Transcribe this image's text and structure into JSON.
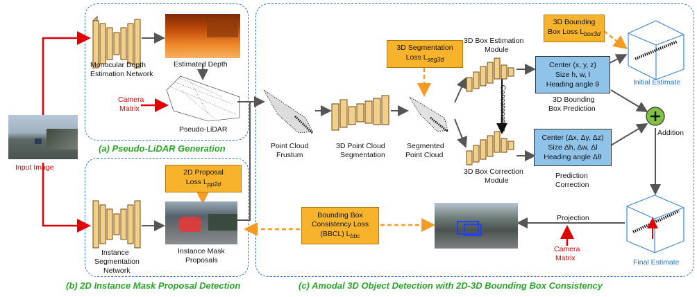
{
  "labels": {
    "input_image": "Input Image",
    "mono_depth_1": "Monocular Depth",
    "mono_depth_2": "Estimation Network",
    "estimated_depth": "Estimated Depth",
    "camera_matrix_top_1": "Camera",
    "camera_matrix_top_2": "Matrix",
    "pseudo_lidar": "Pseudo-LiDAR",
    "instance_seg_1": "Instance",
    "instance_seg_2": "Segmentation",
    "instance_seg_3": "Network",
    "instance_mask_1": "Instance Mask",
    "instance_mask_2": "Proposals",
    "point_cloud_frustum_1": "Point Cloud",
    "point_cloud_frustum_2": "Frustum",
    "pc_segmentation_1": "3D Point Cloud",
    "pc_segmentation_2": "Segmentation",
    "segmented_pc_1": "Segmented",
    "segmented_pc_2": "Point Cloud",
    "box_estimation_1": "3D Box Estimation",
    "box_estimation_2": "Module",
    "box_correction_1": "3D Box Correction",
    "box_correction_2": "Module",
    "concatenation": "Concatenation",
    "bbox_prediction_1": "3D Bounding",
    "bbox_prediction_2": "Box Prediction",
    "prediction_correction_1": "Prediction",
    "prediction_correction_2": "Correction",
    "initial_estimate": "Initial Estimate",
    "addition": "Addition",
    "final_estimate": "Final Estimate",
    "projection": "Projection",
    "camera_matrix_bottom_1": "Camera",
    "camera_matrix_bottom_2": "Matrix"
  },
  "loss_boxes": {
    "seg3d_1": "3D Segmentation",
    "seg3d_2": "Loss L",
    "seg3d_sub": "seg3d",
    "box3d_1": "3D Bounding",
    "box3d_2": "Box Loss L",
    "box3d_sub": "box3d",
    "proposal_1": "2D Proposal",
    "proposal_2": "Loss L",
    "proposal_sub": "pp2d",
    "bbcl_1": "Bounding Box",
    "bbcl_2": "Consistency Loss",
    "bbcl_3": "(BBCL) L",
    "bbcl_sub": "bbc"
  },
  "prediction_boxes": {
    "initial_1": "Center (x, y, z)",
    "initial_2": "Size h, w, l",
    "initial_3": "Heading angle θ",
    "correction_1": "Center (Δx, Δy, Δz)",
    "correction_2": "Size Δh, Δw, Δl",
    "correction_3": "Heading angle Δθ"
  },
  "captions": {
    "a": "(a) Pseudo-LiDAR Generation",
    "b": "(b) 2D Instance Mask Proposal Detection",
    "c": "(c) Amodal 3D Object Detection with 2D-3D Bounding Box Consistency"
  },
  "colors": {
    "panel_border": "#2a6fbd",
    "caption_green": "#2aa52a",
    "loss_orange": "#f7b32b",
    "prediction_blue": "#8fc3e8",
    "arrow_red": "#e00000",
    "addition_green": "#7ec242"
  },
  "icons": {
    "addition": "plus-circle-icon"
  }
}
